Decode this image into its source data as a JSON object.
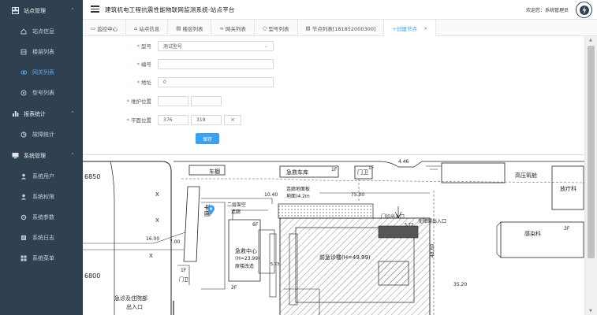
{
  "sidebar": {
    "groups": [
      {
        "label": "站点管理",
        "icon": "dashboard-icon",
        "items": [
          {
            "label": "站点信息",
            "icon": "home-icon"
          },
          {
            "label": "楼层列表",
            "icon": "layers-icon"
          },
          {
            "label": "网关列表",
            "icon": "gateway-icon",
            "active": true
          },
          {
            "label": "型号列表",
            "icon": "tag-icon"
          }
        ]
      },
      {
        "label": "报表统计",
        "icon": "bar-chart-icon",
        "items": [
          {
            "label": "故障统计",
            "icon": "report-icon"
          }
        ]
      },
      {
        "label": "系统管理",
        "icon": "monitor-icon",
        "items": [
          {
            "label": "系统用户",
            "icon": "user-icon"
          },
          {
            "label": "系统权限",
            "icon": "permission-icon"
          },
          {
            "label": "系统参数",
            "icon": "settings-icon"
          },
          {
            "label": "系统日志",
            "icon": "log-icon"
          },
          {
            "label": "系统菜单",
            "icon": "grid-icon"
          }
        ]
      }
    ]
  },
  "header": {
    "title": "建筑机电工程抗震性能物联网监测系统-站点平台",
    "welcome": "欢迎您：系统管理员"
  },
  "tabs": [
    {
      "label": "监控中心",
      "icon": "monitor-icon"
    },
    {
      "label": "站点信息",
      "icon": "home-icon"
    },
    {
      "label": "楼层列表",
      "icon": "layers-icon"
    },
    {
      "label": "网关列表",
      "icon": "gateway-icon"
    },
    {
      "label": "型号列表",
      "icon": "tag-icon"
    },
    {
      "label": "节点列表[181852000300]",
      "icon": "node-icon"
    },
    {
      "label": "+创建节点",
      "active": true,
      "closable": true
    }
  ],
  "form": {
    "model_label": "型号",
    "model_value": "测试型号",
    "number_label": "编号",
    "number_value": "",
    "address_label": "地址",
    "address_value": "0",
    "maintenance_label": "维护位置",
    "maintenance_value_1": "",
    "maintenance_value_2": "",
    "plane_label": "平面位置",
    "plane_x": "376",
    "plane_y": "319",
    "clear_label": "×",
    "save_label": "保存"
  },
  "plan": {
    "labels": {
      "coord_top": "6850",
      "coord_bottom": "6800",
      "x_mark": "X",
      "garage": "车棚",
      "emergency_garage": "急救车库",
      "floor_1f": "1F",
      "guard": "门卫",
      "dim_446": "4.46",
      "hyperbaric": "高压氧舱",
      "radiotherapy": "放疗科",
      "connector": "连廊地面板",
      "elevation": "地面)4.2m",
      "dim_1040": "10.40",
      "dim_7500": "75.00",
      "second_floor_corridor": "二层架空",
      "corridor": "连廊",
      "gate_entrance": "门诊出入口",
      "non_motor_entrance": "无障碍出入口",
      "dim_573": "5.73",
      "floor_3f": "3F",
      "infection": "感染科",
      "floor_6f": "6F",
      "emergency_center": "急救中心",
      "height_emergency": "(H=23.99)",
      "old_building": "原楼改造",
      "outpatient": "前急诊楼(H=49.99)",
      "dim_4860": "48.60",
      "dim_3520": "35.20",
      "dim_1600": "16.00",
      "dim_700": "7.00",
      "floor_2f": "2F",
      "emergency_entrance": "急诊及住院部",
      "exit_entrance": "出入口",
      "dim_573b": "5.73"
    }
  }
}
